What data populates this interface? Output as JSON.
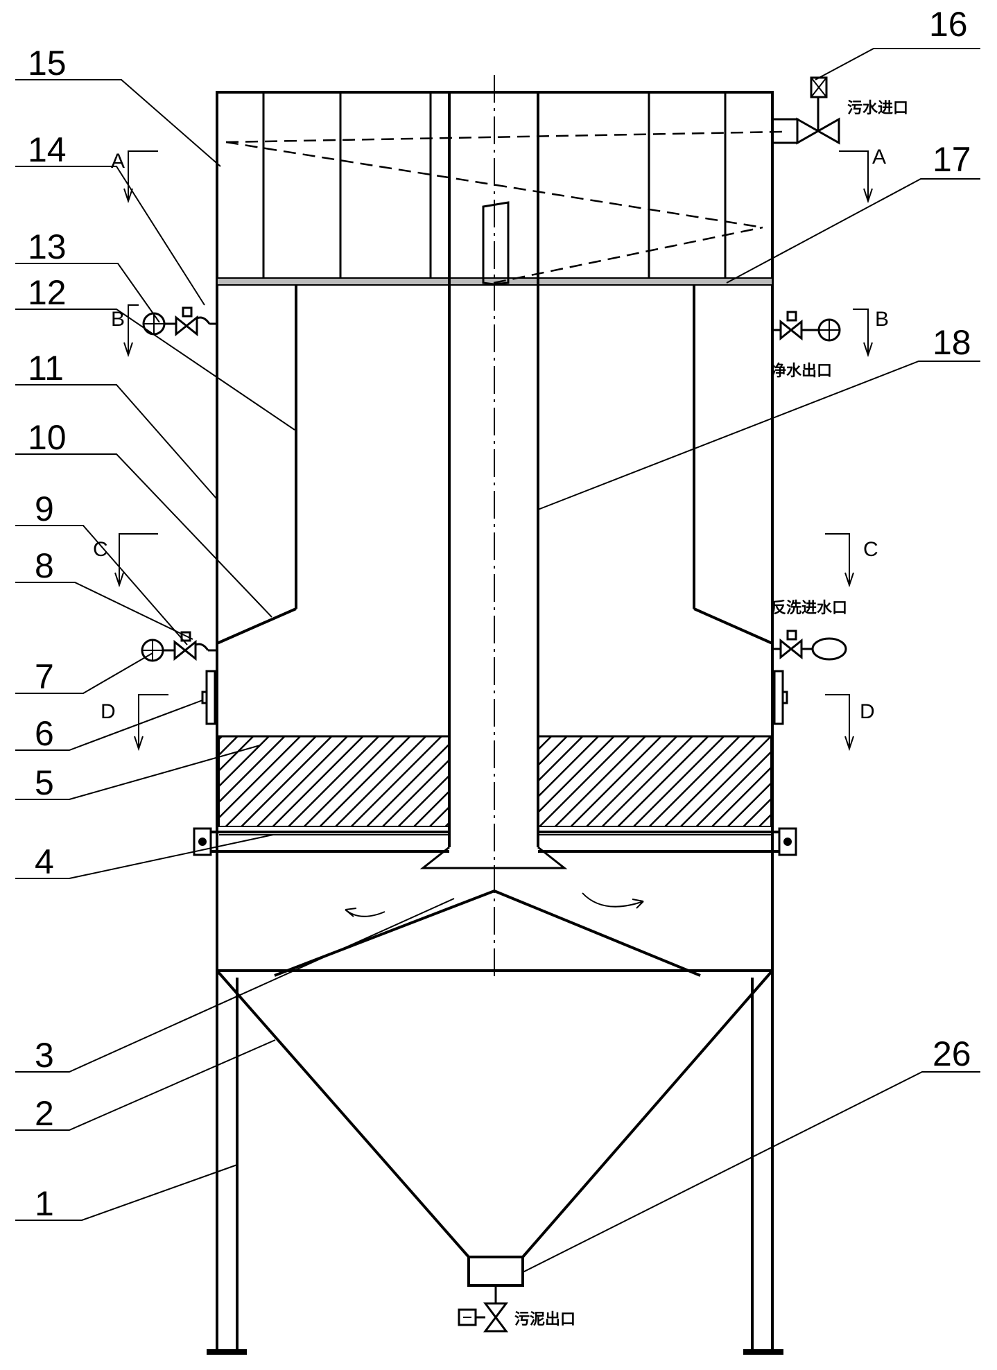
{
  "part_numbers": {
    "n1": "1",
    "n2": "2",
    "n3": "3",
    "n4": "4",
    "n5": "5",
    "n6": "6",
    "n7": "7",
    "n8": "8",
    "n9": "9",
    "n10": "10",
    "n11": "11",
    "n12": "12",
    "n13": "13",
    "n14": "14",
    "n15": "15",
    "n16": "16",
    "n17": "17",
    "n18": "18",
    "n26": "26"
  },
  "section_marks": {
    "a": "A",
    "b": "B",
    "c": "C",
    "d": "D"
  },
  "port_labels": {
    "sewage_inlet": "污水进口",
    "clean_water_outlet": "净水出口",
    "backwash_inlet": "反洗进水口",
    "sludge_outlet": "污泥出口"
  }
}
